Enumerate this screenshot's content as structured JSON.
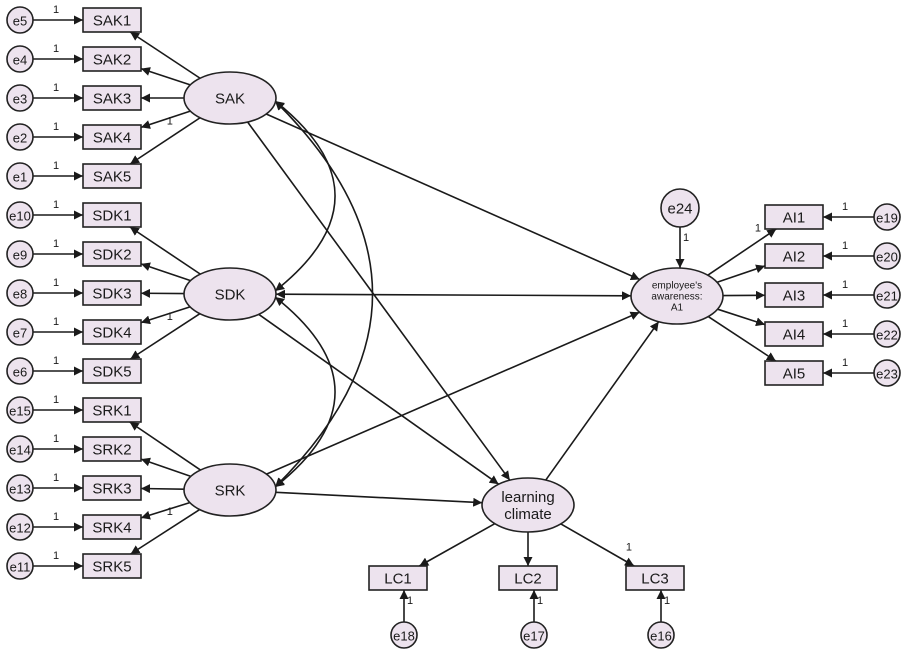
{
  "diagram": {
    "type": "structural-equation-model",
    "latent": [
      {
        "id": "SAK",
        "lines": [
          "SAK"
        ]
      },
      {
        "id": "SDK",
        "lines": [
          "SDK"
        ]
      },
      {
        "id": "SRK",
        "lines": [
          "SRK"
        ]
      },
      {
        "id": "A1",
        "lines": [
          "employee's",
          "awareness:",
          "A1"
        ]
      },
      {
        "id": "LCL",
        "lines": [
          "learning",
          "climate"
        ]
      }
    ],
    "indicators": [
      {
        "id": "SAK1",
        "latent": "SAK",
        "error": "e5",
        "error_weight": "1"
      },
      {
        "id": "SAK2",
        "latent": "SAK",
        "error": "e4",
        "error_weight": "1"
      },
      {
        "id": "SAK3",
        "latent": "SAK",
        "error": "e3",
        "error_weight": "1"
      },
      {
        "id": "SAK4",
        "latent": "SAK",
        "error": "e2",
        "error_weight": "1",
        "loading_label": "1"
      },
      {
        "id": "SAK5",
        "latent": "SAK",
        "error": "e1",
        "error_weight": "1"
      },
      {
        "id": "SDK1",
        "latent": "SDK",
        "error": "e10",
        "error_weight": "1"
      },
      {
        "id": "SDK2",
        "latent": "SDK",
        "error": "e9",
        "error_weight": "1"
      },
      {
        "id": "SDK3",
        "latent": "SDK",
        "error": "e8",
        "error_weight": "1"
      },
      {
        "id": "SDK4",
        "latent": "SDK",
        "error": "e7",
        "error_weight": "1",
        "loading_label": "1"
      },
      {
        "id": "SDK5",
        "latent": "SDK",
        "error": "e6",
        "error_weight": "1"
      },
      {
        "id": "SRK1",
        "latent": "SRK",
        "error": "e15",
        "error_weight": "1"
      },
      {
        "id": "SRK2",
        "latent": "SRK",
        "error": "e14",
        "error_weight": "1"
      },
      {
        "id": "SRK3",
        "latent": "SRK",
        "error": "e13",
        "error_weight": "1"
      },
      {
        "id": "SRK4",
        "latent": "SRK",
        "error": "e12",
        "error_weight": "1",
        "loading_label": "1"
      },
      {
        "id": "SRK5",
        "latent": "SRK",
        "error": "e11",
        "error_weight": "1"
      },
      {
        "id": "AI1",
        "latent": "A1",
        "error": "e19",
        "error_weight": "1",
        "loading_label": "1"
      },
      {
        "id": "AI2",
        "latent": "A1",
        "error": "e20",
        "error_weight": "1"
      },
      {
        "id": "AI3",
        "latent": "A1",
        "error": "e21",
        "error_weight": "1"
      },
      {
        "id": "AI4",
        "latent": "A1",
        "error": "e22",
        "error_weight": "1"
      },
      {
        "id": "AI5",
        "latent": "A1",
        "error": "e23",
        "error_weight": "1"
      },
      {
        "id": "LC1",
        "latent": "LCL",
        "error": "e18",
        "error_weight": "1"
      },
      {
        "id": "LC2",
        "latent": "LCL",
        "error": "e17",
        "error_weight": "1"
      },
      {
        "id": "LC3",
        "latent": "LCL",
        "error": "e16",
        "error_weight": "1",
        "loading_label": "1"
      }
    ],
    "disturbances": [
      {
        "id": "e24",
        "target": "A1",
        "weight": "1"
      }
    ],
    "paths": [
      {
        "from": "SAK",
        "to": "A1"
      },
      {
        "from": "SDK",
        "to": "A1",
        "bidirectional": true
      },
      {
        "from": "SRK",
        "to": "A1"
      },
      {
        "from": "SAK",
        "to": "LCL"
      },
      {
        "from": "SDK",
        "to": "LCL"
      },
      {
        "from": "SRK",
        "to": "LCL"
      },
      {
        "from": "LCL",
        "to": "A1"
      }
    ],
    "covariances": [
      {
        "between": [
          "SAK",
          "SDK"
        ]
      },
      {
        "between": [
          "SDK",
          "SRK"
        ]
      },
      {
        "between": [
          "SAK",
          "SRK"
        ]
      }
    ],
    "colors": {
      "fill": "#ede3ee",
      "stroke": "#222222",
      "text": "#1a1a1a"
    }
  }
}
